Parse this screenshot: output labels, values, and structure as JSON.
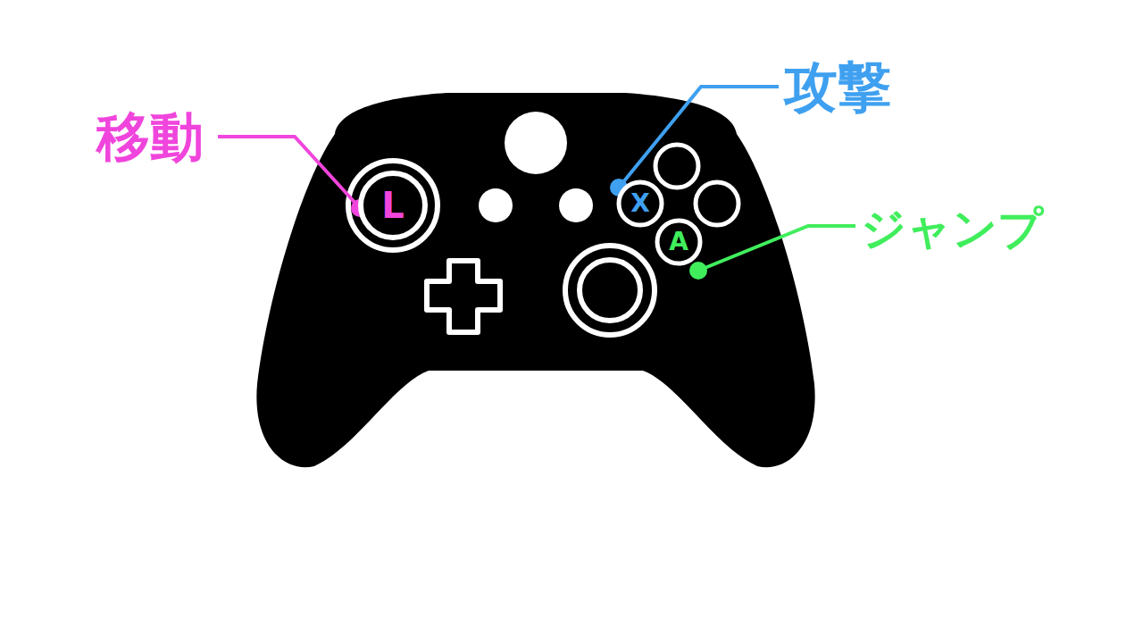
{
  "diagram": {
    "nodes": [
      {
        "text": [
          "L"
        ]
      },
      {
        "text": [
          "X"
        ]
      },
      {
        "text": [
          "A"
        ]
      }
    ],
    "labels": [
      "移動",
      "攻撃",
      "ジャンプ"
    ]
  }
}
